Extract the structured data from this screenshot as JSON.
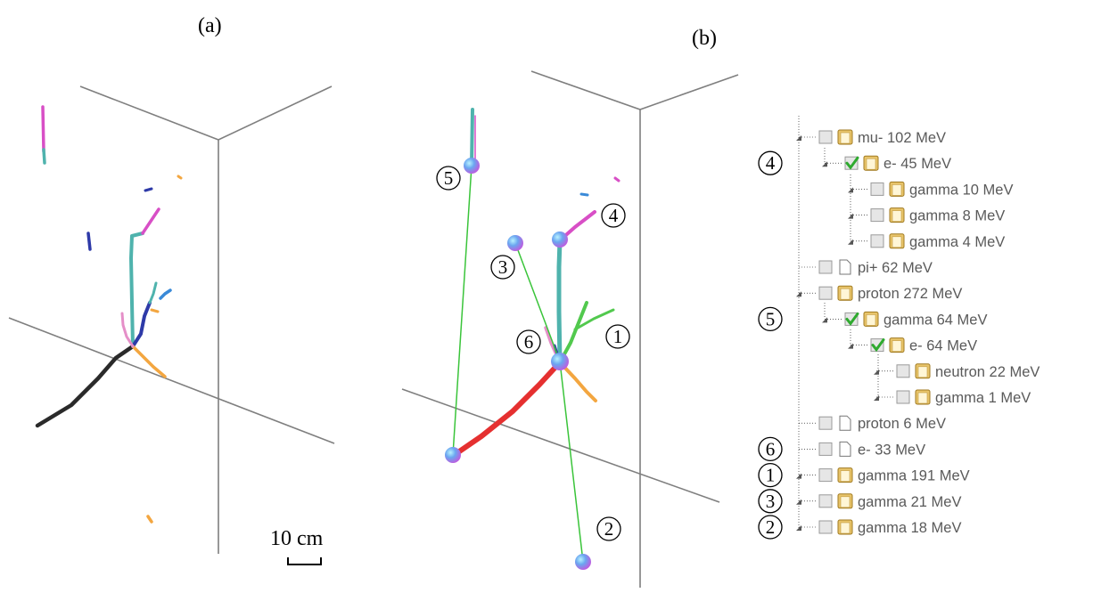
{
  "panels": {
    "a": {
      "label": "(a)"
    },
    "b": {
      "label": "(b)"
    }
  },
  "scale_bar": {
    "label": "10 cm"
  },
  "colors": {
    "teal": "#4fb3ad",
    "magenta": "#d84fc6",
    "navy": "#2e3aa8",
    "black": "#2a2a2a",
    "orange": "#f3a640",
    "pink": "#e58fc8",
    "green": "#52c94e",
    "red": "#e53030",
    "blue": "#3a8ad8",
    "line_green": "#3ac43a"
  },
  "markers": [
    "1",
    "2",
    "3",
    "4",
    "5",
    "6"
  ],
  "tree": {
    "rows": [
      {
        "label": "mu- 102 MeV",
        "checked": false,
        "icon": "folder-icon",
        "marker": ""
      },
      {
        "label": "e- 45 MeV",
        "checked": true,
        "icon": "folder-icon",
        "marker": "4"
      },
      {
        "label": "gamma 10 MeV",
        "checked": false,
        "icon": "folder-icon",
        "marker": ""
      },
      {
        "label": "gamma 8 MeV",
        "checked": false,
        "icon": "folder-icon",
        "marker": ""
      },
      {
        "label": "gamma 4 MeV",
        "checked": false,
        "icon": "folder-icon",
        "marker": ""
      },
      {
        "label": "pi+ 62 MeV",
        "checked": false,
        "icon": "file-icon",
        "marker": ""
      },
      {
        "label": "proton 272 MeV",
        "checked": false,
        "icon": "folder-icon",
        "marker": ""
      },
      {
        "label": "gamma 64 MeV",
        "checked": true,
        "icon": "folder-icon",
        "marker": "5"
      },
      {
        "label": "e- 64 MeV",
        "checked": true,
        "icon": "folder-icon",
        "marker": ""
      },
      {
        "label": "neutron 22 MeV",
        "checked": false,
        "icon": "folder-icon",
        "marker": ""
      },
      {
        "label": "gamma 1 MeV",
        "checked": false,
        "icon": "folder-icon",
        "marker": ""
      },
      {
        "label": "proton 6 MeV",
        "checked": false,
        "icon": "file-icon",
        "marker": ""
      },
      {
        "label": "e- 33 MeV",
        "checked": false,
        "icon": "file-icon",
        "marker": "6"
      },
      {
        "label": "gamma 191 MeV",
        "checked": false,
        "icon": "folder-icon",
        "marker": "1"
      },
      {
        "label": "gamma 21 MeV",
        "checked": false,
        "icon": "folder-icon",
        "marker": "3"
      },
      {
        "label": "gamma 18 MeV",
        "checked": false,
        "icon": "folder-icon",
        "marker": "2"
      }
    ]
  }
}
